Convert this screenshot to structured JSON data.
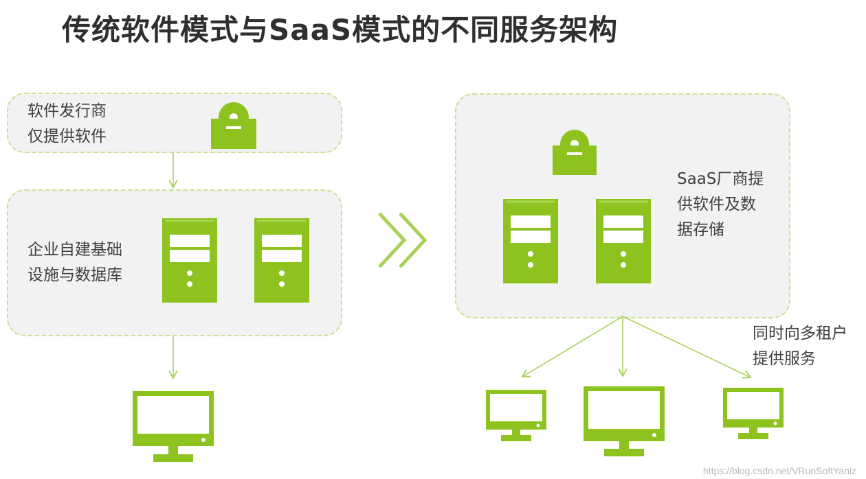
{
  "title": "传统软件模式与SaaS模式的不同服务架构",
  "left": {
    "vendor_label": [
      "软件发行商",
      "仅提供软件"
    ],
    "infra_label": [
      "企业自建基础",
      "设施与数据库"
    ]
  },
  "right": {
    "saas_label": [
      "SaaS厂商提",
      "供软件及数",
      "据存储"
    ],
    "tenant_label": [
      "同时向多租户",
      "提供服务"
    ]
  },
  "watermark": "https://blog.csdn.net/VRunSoftYanlz",
  "colors": {
    "accent": "#8dc21f",
    "box_fill": "#f2f2f2",
    "box_border": "#c9e08a"
  },
  "icons": [
    "software-disc-icon",
    "server-icon",
    "monitor-icon",
    "double-chevron-icon"
  ]
}
